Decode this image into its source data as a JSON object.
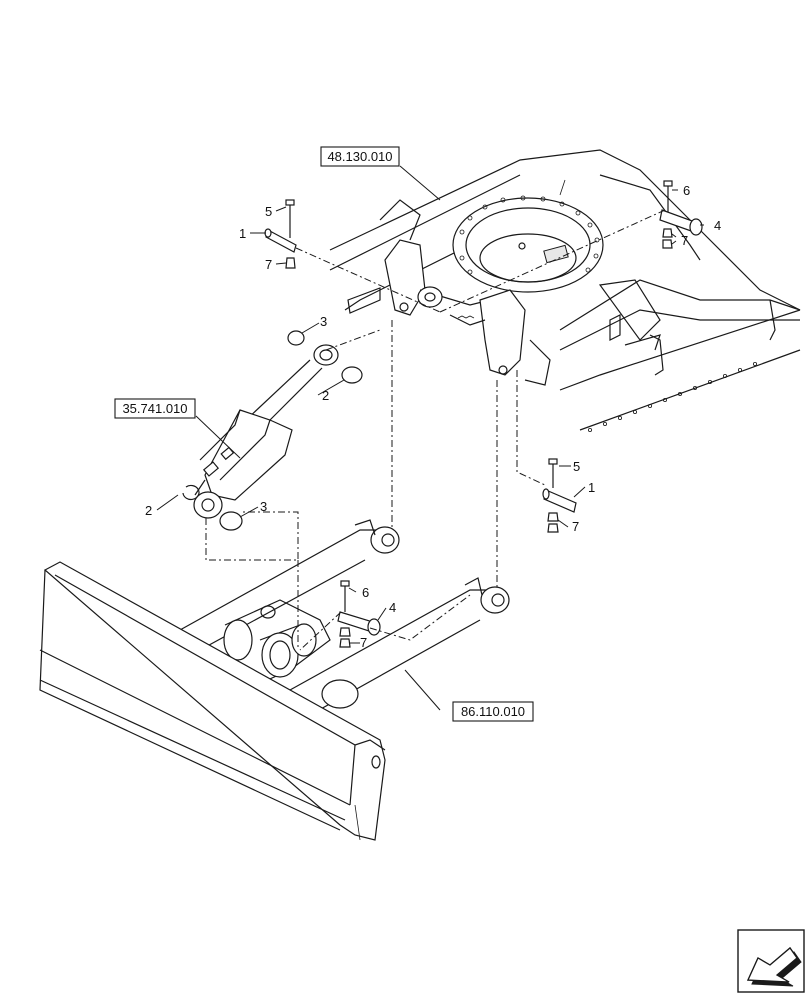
{
  "references": {
    "swing_frame": "48.130.010",
    "cylinder": "35.741.010",
    "blade": "86.110.010"
  },
  "callouts": {
    "upper_left_pin": "1",
    "upper_left_bolt": "5",
    "upper_left_nut": "7",
    "upper_right_bolt": "6",
    "upper_right_pin": "4",
    "upper_right_nut": "7",
    "rod_ring": "3",
    "rod_snap_ring": "2",
    "base_snap_ring": "2",
    "base_ring": "3",
    "lower_right_bolt": "5",
    "lower_right_pin": "1",
    "lower_right_nut": "7",
    "lower_center_bolt": "6",
    "lower_center_pin": "4",
    "lower_center_nut": "7"
  },
  "icons": {
    "navigation": "next-page-arrow-icon"
  }
}
